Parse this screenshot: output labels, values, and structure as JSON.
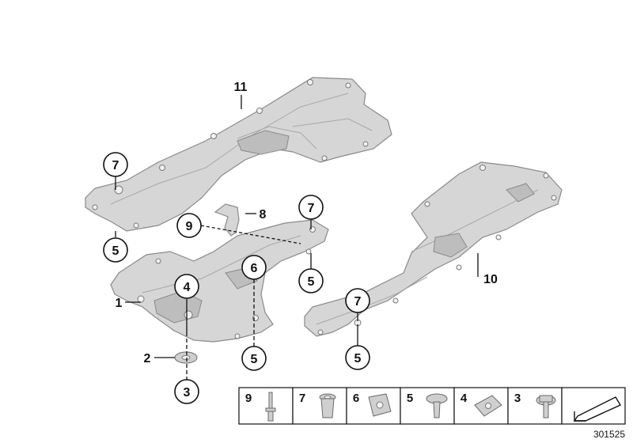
{
  "diagram": {
    "callouts": {
      "c1": "1",
      "c2": "2",
      "c3": "3",
      "c4": "4",
      "c5a": "5",
      "c5b": "5",
      "c5c": "5",
      "c5d": "5",
      "c6": "6",
      "c7a": "7",
      "c7b": "7",
      "c7c": "7",
      "c8": "8",
      "c9": "9",
      "c10": "10",
      "c11": "11"
    },
    "legend": [
      "9",
      "7",
      "6",
      "5",
      "4",
      "3"
    ],
    "reference": "301525"
  }
}
